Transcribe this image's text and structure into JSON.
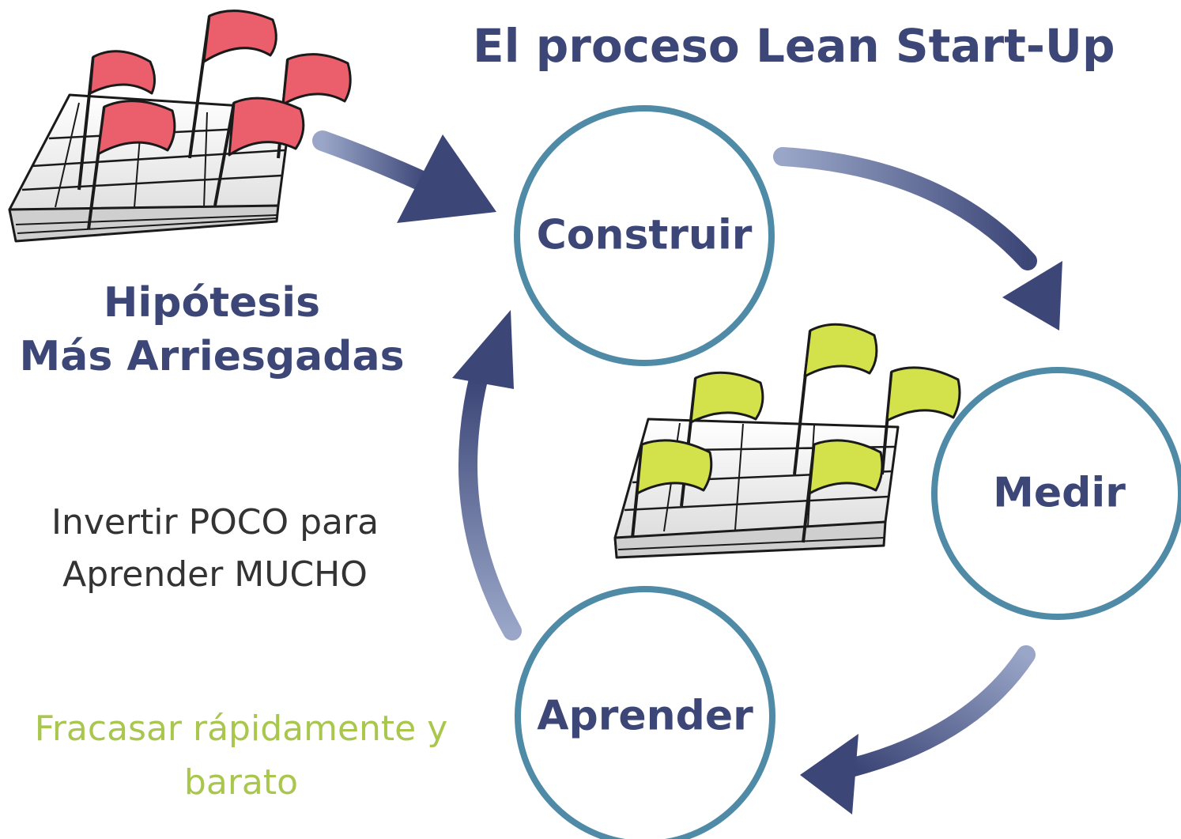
{
  "title": "El proceso Lean Start-Up",
  "nodes": {
    "build": "Construir",
    "measure": "Medir",
    "learn": "Aprender"
  },
  "hypothesis": {
    "line1": "Hipótesis",
    "line2": "Más Arriesgadas"
  },
  "invest": {
    "line1": "Invertir POCO para",
    "line2": "Aprender MUCHO"
  },
  "fail": {
    "line1": "Fracasar rápidamente y",
    "line2": "barato"
  },
  "colors": {
    "title_text": "#3c4677",
    "arrow": "#3c4677",
    "circle_stroke": "#4f8aa6",
    "red_flag": "#ea5f6b",
    "yellow_flag": "#d3e24a",
    "green_text": "#a9c64d"
  }
}
